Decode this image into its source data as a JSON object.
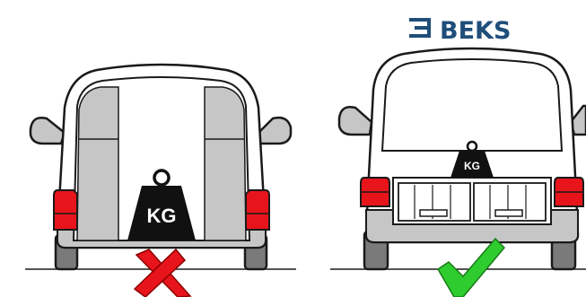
{
  "brand": {
    "name": "BEKS",
    "color": "#1f4e79",
    "icon": "menu-lines-logo-icon"
  },
  "left_van": {
    "weight_label": "KG",
    "verdict_icon": "cross-icon",
    "verdict_color": "#e8141b"
  },
  "right_van": {
    "weight_label": "KG",
    "verdict_icon": "checkmark-icon",
    "verdict_color": "#2ecc2e"
  },
  "colors": {
    "body": "#ffffff",
    "outline": "#1a1a1a",
    "interior": "#c6c6c6",
    "tail_light": "#e8141b",
    "tire": "#7a7a7a",
    "bumper": "#c6c6c6"
  }
}
